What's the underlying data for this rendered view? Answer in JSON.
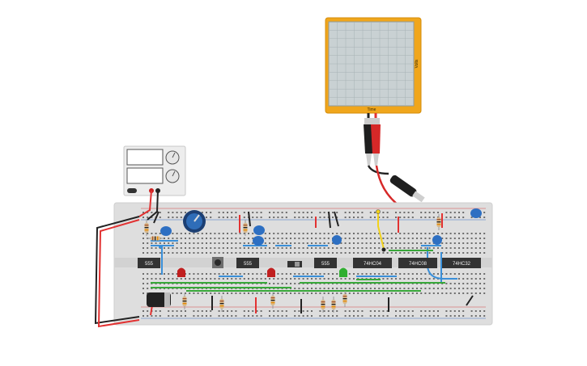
{
  "oscilloscope": {
    "x_axis_label": "Time",
    "y_axis_label": "Volts"
  },
  "chips": [
    {
      "label": "555"
    },
    {
      "label": "555"
    },
    {
      "label": "555"
    },
    {
      "label": "74HC04"
    },
    {
      "label": "74HC08"
    },
    {
      "label": "74HC32"
    }
  ],
  "colors": {
    "breadboard": "#dedede",
    "scope_frame": "#f0a61c",
    "wire_red": "#e23232",
    "wire_black": "#222222",
    "wire_green": "#38a83a",
    "wire_blue": "#3a8fd8",
    "wire_yellow": "#f2d21a",
    "capacitor_blue": "#2d6fc2"
  },
  "icons": [
    "power-supply-knob-icon",
    "oscilloscope-probe-icon",
    "pushbutton-icon",
    "slide-switch-icon",
    "led-red-icon",
    "led-green-icon"
  ]
}
